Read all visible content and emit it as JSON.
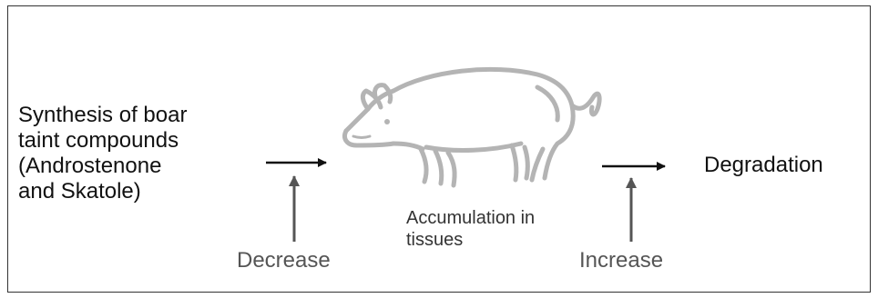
{
  "source_text": {
    "line1": "Synthesis of boar",
    "line2": "taint compounds",
    "line3": "(Androstenone",
    "line4": "and Skatole)"
  },
  "center_text": {
    "line1": "Accumulation in",
    "line2": "tissues"
  },
  "degradation_label": "Degradation",
  "decrease_label": "Decrease",
  "increase_label": "Increase",
  "pig_icon": "pig-icon",
  "colors": {
    "pig_outline": "#b4b4b4",
    "arrow_dark": "#111111",
    "arrow_grey": "#555555"
  }
}
